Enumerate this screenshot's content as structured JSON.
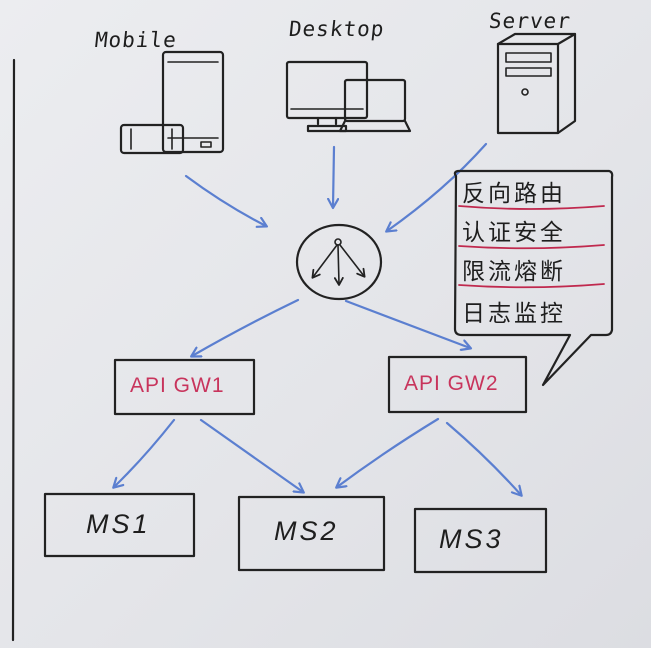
{
  "clients": {
    "mobile_label": "Mobile",
    "desktop_label": "Desktop",
    "server_label": "Server"
  },
  "gateways": {
    "gw1_label": "API GW1",
    "gw2_label": "API GW2"
  },
  "services": {
    "ms1_label": "MS1",
    "ms2_label": "MS2",
    "ms3_label": "MS3"
  },
  "callout": {
    "features": [
      "反向路由",
      "认证安全",
      "限流熔断",
      "日志监控"
    ]
  },
  "colors": {
    "ink": "#222222",
    "arrow": "#5b7fd0",
    "gateway_text": "#c8345c",
    "underline": "#c0294e",
    "board": "#e6e7eb"
  },
  "icons": [
    "phone-icon",
    "tablet-icon",
    "monitor-icon",
    "laptop-icon",
    "server-tower-icon",
    "load-balancer-icon"
  ]
}
